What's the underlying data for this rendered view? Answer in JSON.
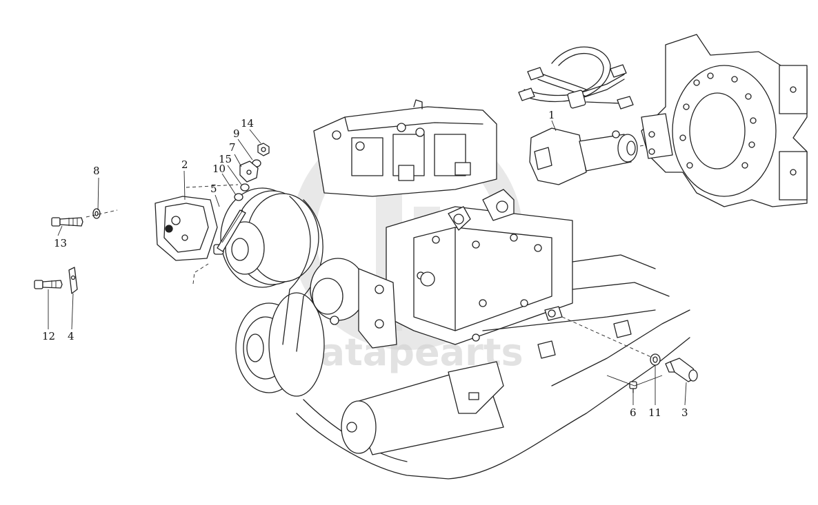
{
  "watermark": {
    "text": "datapearts"
  },
  "callouts": [
    {
      "id": "c1",
      "label": "1"
    },
    {
      "id": "c2",
      "label": "2"
    },
    {
      "id": "c3",
      "label": "3"
    },
    {
      "id": "c4",
      "label": "4"
    },
    {
      "id": "c5",
      "label": "5"
    },
    {
      "id": "c6",
      "label": "6"
    },
    {
      "id": "c7",
      "label": "7"
    },
    {
      "id": "c8",
      "label": "8"
    },
    {
      "id": "c9",
      "label": "9"
    },
    {
      "id": "c10",
      "label": "10"
    },
    {
      "id": "c11",
      "label": "11"
    },
    {
      "id": "c12",
      "label": "12"
    },
    {
      "id": "c13",
      "label": "13"
    },
    {
      "id": "c14",
      "label": "14"
    },
    {
      "id": "c15",
      "label": "15"
    }
  ],
  "icons": {
    "engine": "engine-block-illustration",
    "starter": "starter-motor-illustration",
    "flywheel": "flywheel-housing-illustration",
    "alternator": "alternator-illustration",
    "harness": "wire-harness-illustration"
  }
}
